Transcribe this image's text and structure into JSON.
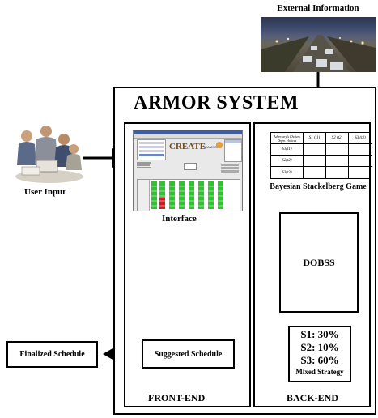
{
  "labels": {
    "external_information": "External Information",
    "armor_system": "ARMOR SYSTEM",
    "user_input": "User Input",
    "interface": "Interface",
    "bayesian_game": "Bayesian Stackelberg Game",
    "dobss": "DOBSS",
    "suggested_schedule": "Suggested Schedule",
    "finalized_schedule": "Finalized Schedule",
    "front_end": "FRONT-END",
    "back_end": "BACK-END",
    "mixed_strategy": "Mixed Strategy"
  },
  "strategies": [
    {
      "label": "S1: 30%"
    },
    {
      "label": "S2: 10%"
    },
    {
      "label": "S3: 60%"
    }
  ],
  "game_table": {
    "header_corner_top": "Adversary's Choices",
    "header_corner_bottom": "Defen. choices",
    "columns": [
      "S1 (t1)",
      "S2 (t2)",
      "S3 (t3)"
    ],
    "rows": [
      "S1(t1)",
      "S2(t2)",
      "S3(t3)"
    ]
  },
  "mini_ui": {
    "logo_text": "CREATE",
    "side_text": "TEAMCORE"
  }
}
